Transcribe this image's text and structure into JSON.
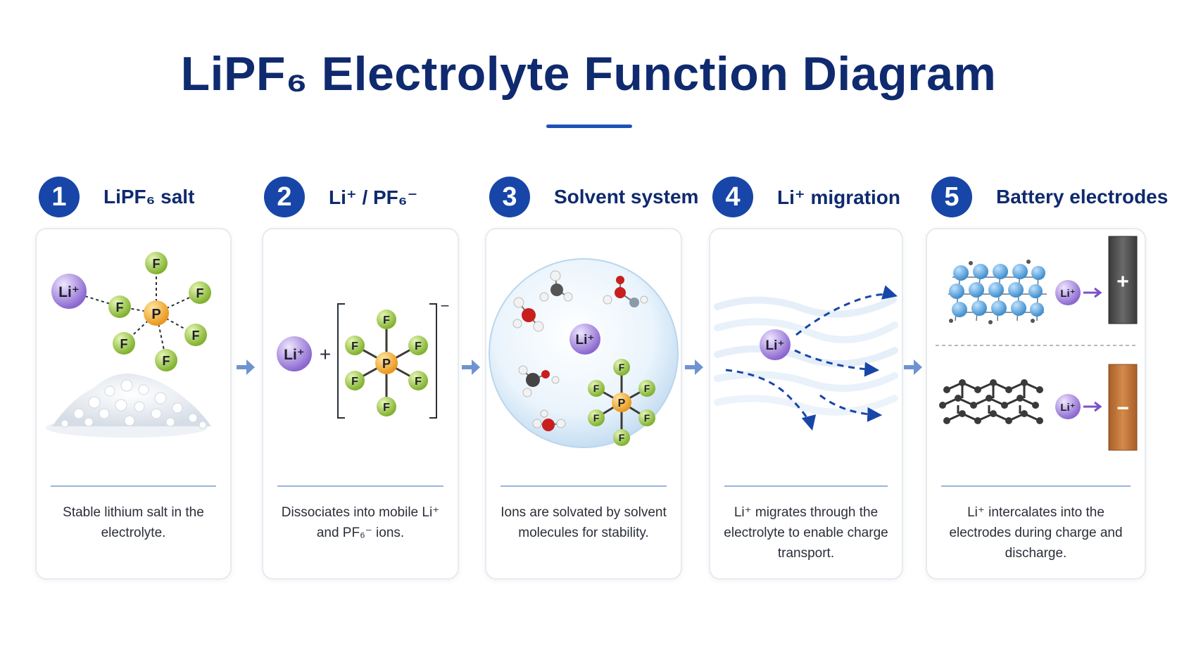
{
  "title": "LiPF₆ Electrolyte Function Diagram",
  "steps": [
    {
      "number": "1",
      "title": "LiPF₆ salt",
      "description": "Stable lithium salt in the electrolyte."
    },
    {
      "number": "2",
      "title": "Li⁺ / PF₆⁻",
      "description": "Dissociates into mobile Li⁺ and PF₆⁻ ions."
    },
    {
      "number": "3",
      "title": "Solvent system",
      "description": "Ions are solvated by solvent molecules for stability."
    },
    {
      "number": "4",
      "title": "Li⁺ migration",
      "description": "Li⁺ migrates through the electrolyte to enable charge transport."
    },
    {
      "number": "5",
      "title": "Battery electrodes",
      "description": "Li⁺ intercalates into the electrodes during charge and discharge."
    }
  ],
  "labels": {
    "li_ion": "Li⁺",
    "fluorine": "F",
    "phosphorus": "P",
    "plus_sign": "+",
    "charge_minus": "−",
    "cathode_sign": "+",
    "anode_sign": "−"
  },
  "colors": {
    "title": "#0f2a6e",
    "badge": "#1746a8",
    "li_ion": "#8e6fd0",
    "fluorine": "#8cbf3a",
    "phosphorus": "#f0a020",
    "arrow": "#6f93d0",
    "cathode": "#4a4a4a",
    "anode": "#c47838"
  }
}
